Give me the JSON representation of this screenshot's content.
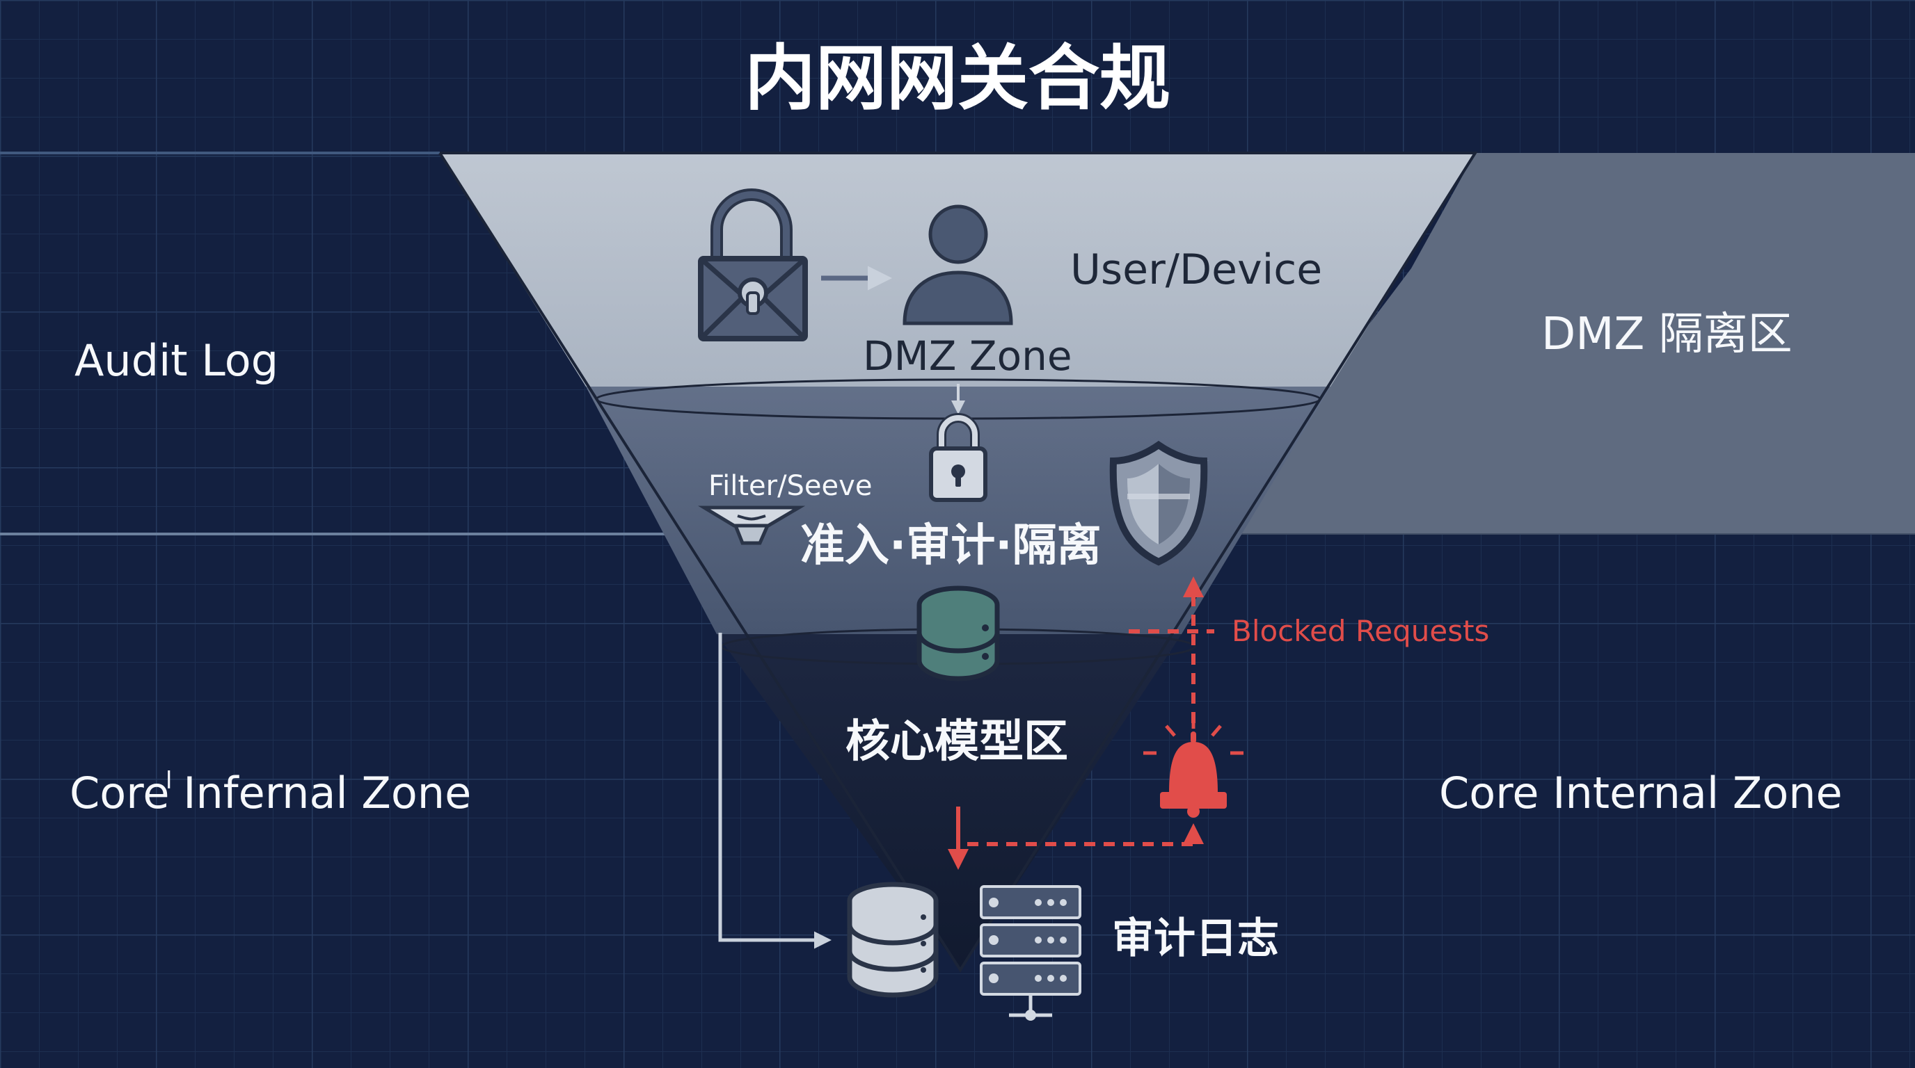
{
  "title": "内网网关合规",
  "labels": {
    "audit_log": "Audit Log",
    "dmz_right": "DMZ 隔离区",
    "core_left": "Core Infernal Zone",
    "core_left_mark": "l",
    "core_right": "Core Internal Zone",
    "user_device": "User/Device",
    "dmz_zone": "DMZ Zone",
    "filter": "Filter/Seeve",
    "middle": "准入·审计·隔离",
    "core_model": "核心模型区",
    "blocked": "Blocked Requests",
    "audit_cn": "审计日志"
  },
  "colors": {
    "background": "#132040",
    "grid": "#2a3f63",
    "top_band": "#b5bfcb",
    "mid_band": "#56647b",
    "right_panel": "#5f6b80",
    "core_band": "#151c32",
    "icon": "#4a5872",
    "icon_dark": "#2a3448",
    "icon_light": "#d3d9e2",
    "teal": "#4f7f7b",
    "red": "#e14d4a",
    "white": "#ffffff"
  },
  "icons": {
    "lock_envelope": "lock-envelope-icon",
    "user": "user-icon",
    "small_lock": "padlock-icon",
    "shield": "shield-icon",
    "funnel": "funnel-icon",
    "database_teal": "database-icon",
    "database_gray": "database-icon",
    "server": "server-rack-icon",
    "alarm": "alarm-bell-icon"
  }
}
